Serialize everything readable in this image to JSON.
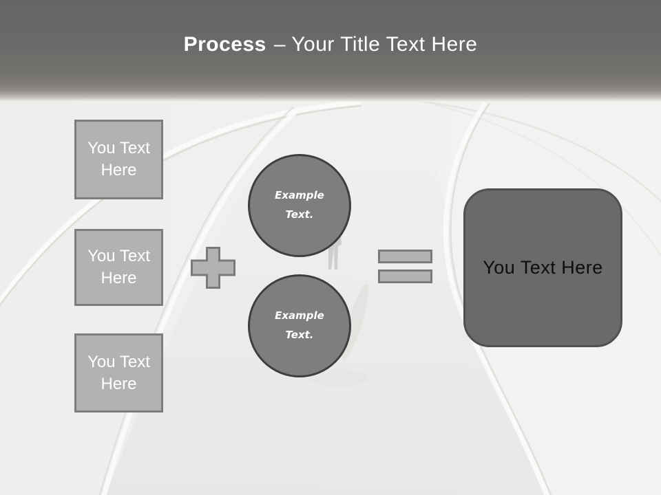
{
  "header": {
    "title_bold": "Process",
    "title_rest": "– Your Title Text Here"
  },
  "input_boxes": [
    {
      "label": "You Text Here"
    },
    {
      "label": "You Text Here"
    },
    {
      "label": "You Text Here"
    }
  ],
  "operators": {
    "plus_icon": "plus",
    "equals_icon": "equals"
  },
  "example_circles": [
    {
      "label": "Example Text."
    },
    {
      "label": "Example Text."
    }
  ],
  "result_box": {
    "label": "You Text Here"
  },
  "colors": {
    "header_gray": "#6c6a68",
    "title_text": "#ffffff",
    "placeholder_fill": "#b4b2b1",
    "placeholder_border": "#7f7d7c",
    "circle_fill": "#7e7e7e",
    "circle_border": "#3e3e3e",
    "result_fill": "#6a6a6a",
    "result_border": "#505050",
    "background": "#f1f0ee"
  }
}
